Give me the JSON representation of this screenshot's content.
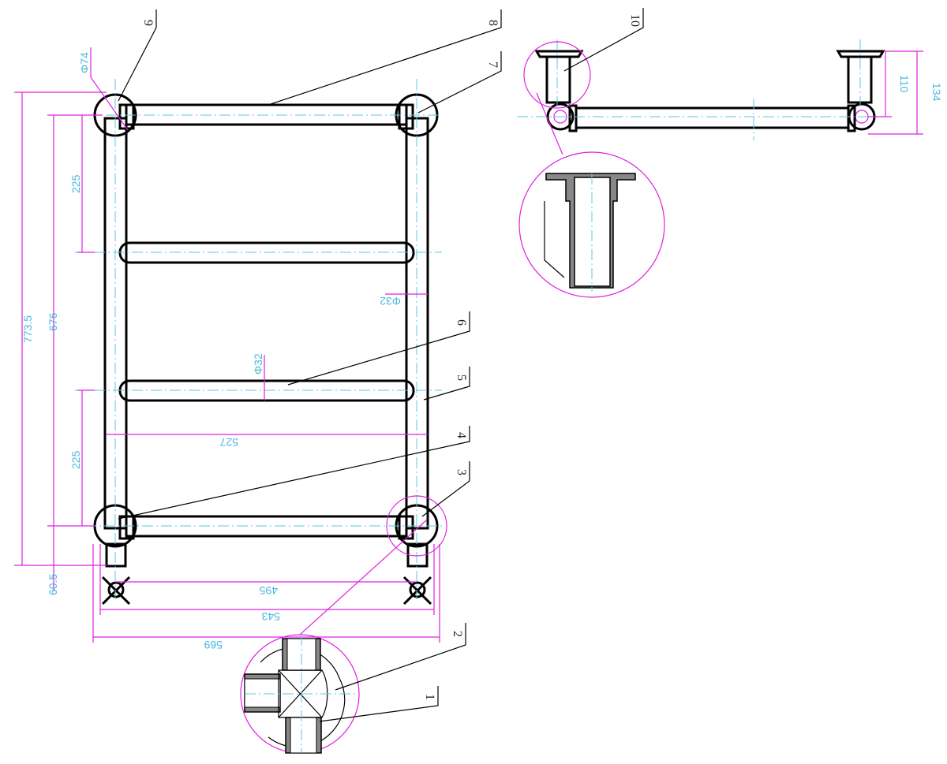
{
  "dimensions": {
    "overall_height": "773.5",
    "inner_height": "676",
    "spacing_top": "225",
    "spacing_bottom": "225",
    "base_offset": "60.5",
    "valve_centers": "495",
    "outer_width": "543",
    "overall_width": "569",
    "rail_span": "527",
    "tube_dia_vertical": "Φ32",
    "tube_dia_bar": "Φ32",
    "ball_dia": "Φ74",
    "wall_offset_center": "110",
    "wall_offset_total": "134"
  },
  "part_labels": [
    "1",
    "2",
    "3",
    "4",
    "5",
    "6",
    "7",
    "8",
    "9",
    "10"
  ],
  "colors": {
    "outline": "#000000",
    "centerline": "#5bc8e0",
    "dimension_line": "#e020e0",
    "dimension_text": "#4ab8dc"
  }
}
